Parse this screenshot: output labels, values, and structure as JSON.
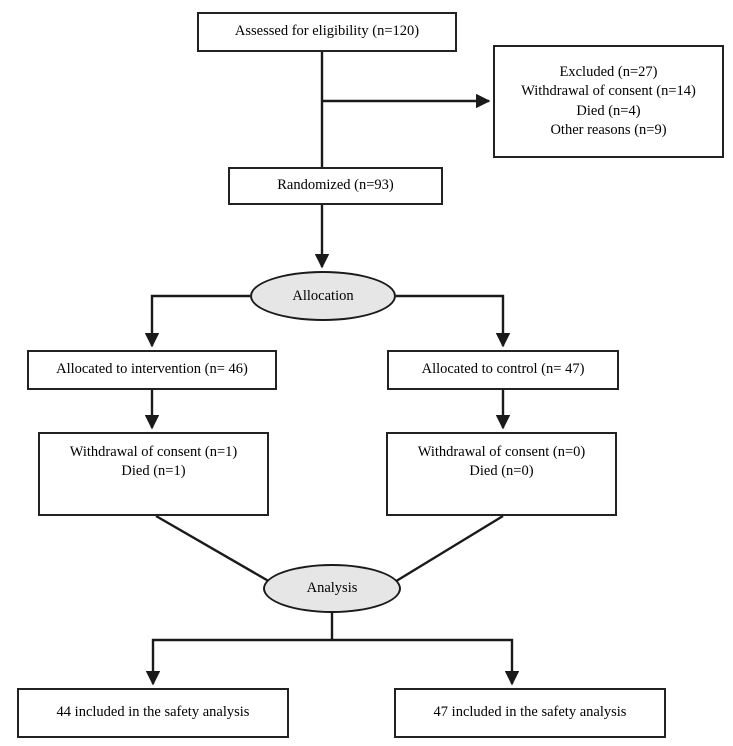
{
  "diagram": {
    "type": "consort-flow-diagram",
    "colors": {
      "background": "#ffffff",
      "box_border": "#222222",
      "box_fill": "#ffffff",
      "ellipse_fill": "#e6e6e6",
      "ellipse_border": "#1a1a1a",
      "connector": "#1a1a1a",
      "text": "#000000"
    },
    "nodes": {
      "assessed": {
        "shape": "rectangle",
        "lines": [
          "Assessed for eligibility (n=120)"
        ]
      },
      "excluded": {
        "shape": "rectangle",
        "lines": [
          "Excluded (n=27)",
          "Withdrawal of consent (n=14)",
          "Died (n=4)",
          "Other reasons (n=9)"
        ]
      },
      "randomized": {
        "shape": "rectangle",
        "lines": [
          "Randomized (n=93)"
        ]
      },
      "allocation_stage": {
        "shape": "ellipse",
        "label": "Allocation"
      },
      "allocated_intervention": {
        "shape": "rectangle",
        "lines": [
          "Allocated to intervention (n= 46)"
        ]
      },
      "allocated_control": {
        "shape": "rectangle",
        "lines": [
          "Allocated to control (n= 47)"
        ]
      },
      "withdrawal_intervention": {
        "shape": "rectangle",
        "lines": [
          "Withdrawal of consent (n=1)",
          "Died (n=1)"
        ]
      },
      "withdrawal_control": {
        "shape": "rectangle",
        "lines": [
          "Withdrawal of consent (n=0)",
          "Died (n=0)"
        ]
      },
      "analysis_stage": {
        "shape": "ellipse",
        "label": "Analysis"
      },
      "safety_intervention": {
        "shape": "rectangle",
        "lines": [
          "44 included in the safety analysis"
        ]
      },
      "safety_control": {
        "shape": "rectangle",
        "lines": [
          "47 included in the safety analysis"
        ]
      }
    },
    "edges": [
      {
        "from": "assessed",
        "to": "randomized",
        "style": "vertical-line"
      },
      {
        "from": "assessed",
        "to": "excluded",
        "style": "elbow-arrow-right"
      },
      {
        "from": "randomized",
        "to": "allocation_stage",
        "style": "vertical-arrow"
      },
      {
        "from": "allocation_stage",
        "to": "allocated_intervention",
        "style": "elbow-arrow-down-left"
      },
      {
        "from": "allocation_stage",
        "to": "allocated_control",
        "style": "elbow-arrow-down-right"
      },
      {
        "from": "allocated_intervention",
        "to": "withdrawal_intervention",
        "style": "vertical-arrow"
      },
      {
        "from": "allocated_control",
        "to": "withdrawal_control",
        "style": "vertical-arrow"
      },
      {
        "from": "withdrawal_intervention",
        "to": "analysis_stage",
        "style": "diagonal-line"
      },
      {
        "from": "withdrawal_control",
        "to": "analysis_stage",
        "style": "diagonal-line"
      },
      {
        "from": "analysis_stage",
        "to": "safety_intervention",
        "style": "elbow-arrow-down-left"
      },
      {
        "from": "analysis_stage",
        "to": "safety_control",
        "style": "elbow-arrow-down-right"
      }
    ]
  }
}
